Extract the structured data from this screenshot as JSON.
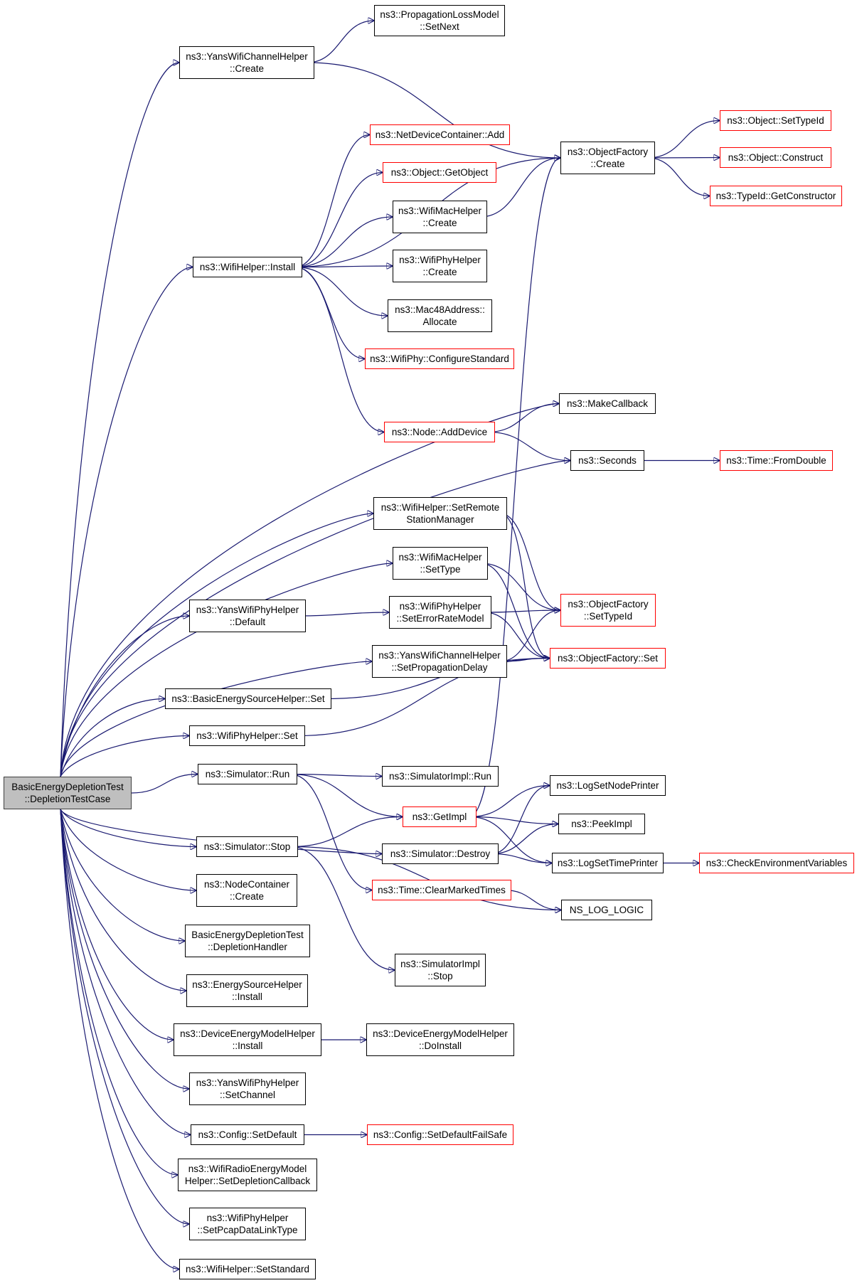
{
  "diagram": {
    "edge_color": "#191970",
    "node_border_color": "#000000",
    "external_border_color": "#ff0000",
    "root_fill_color": "#bfbfbf",
    "nodes": [
      {
        "id": "root",
        "lines": [
          "BasicEnergyDepletionTest",
          "::DepletionTestCase"
        ]
      },
      {
        "id": "yanschcreate",
        "lines": [
          "ns3::YansWifiChannelHelper",
          "::Create"
        ]
      },
      {
        "id": "proploss",
        "lines": [
          "ns3::PropagationLossModel",
          "::SetNext"
        ]
      },
      {
        "id": "objfcreate",
        "lines": [
          "ns3::ObjectFactory",
          "::Create"
        ]
      },
      {
        "id": "settypeid",
        "lines": [
          "ns3::Object::SetTypeId"
        ]
      },
      {
        "id": "construct",
        "lines": [
          "ns3::Object::Construct"
        ]
      },
      {
        "id": "getctor",
        "lines": [
          "ns3::TypeId::GetConstructor"
        ]
      },
      {
        "id": "ndcadd",
        "lines": [
          "ns3::NetDeviceContainer::Add"
        ]
      },
      {
        "id": "getobject",
        "lines": [
          "ns3::Object::GetObject"
        ]
      },
      {
        "id": "macccreate",
        "lines": [
          "ns3::WifiMacHelper",
          "::Create"
        ]
      },
      {
        "id": "wifiinstall",
        "lines": [
          "ns3::WifiHelper::Install"
        ]
      },
      {
        "id": "phycreate",
        "lines": [
          "ns3::WifiPhyHelper",
          "::Create"
        ]
      },
      {
        "id": "macalloc",
        "lines": [
          "ns3::Mac48Address::",
          "Allocate"
        ]
      },
      {
        "id": "configstd",
        "lines": [
          "ns3::WifiPhy::ConfigureStandard"
        ]
      },
      {
        "id": "makecb",
        "lines": [
          "ns3::MakeCallback"
        ]
      },
      {
        "id": "adddevice",
        "lines": [
          "ns3::Node::AddDevice"
        ]
      },
      {
        "id": "seconds",
        "lines": [
          "ns3::Seconds"
        ]
      },
      {
        "id": "fromdouble",
        "lines": [
          "ns3::Time::FromDouble"
        ]
      },
      {
        "id": "setremote",
        "lines": [
          "ns3::WifiHelper::SetRemote",
          "StationManager"
        ]
      },
      {
        "id": "macsettype",
        "lines": [
          "ns3::WifiMacHelper",
          "::SetType"
        ]
      },
      {
        "id": "yansdefault",
        "lines": [
          "ns3::YansWifiPhyHelper",
          "::Default"
        ]
      },
      {
        "id": "seterrrate",
        "lines": [
          "ns3::WifiPhyHelper",
          "::SetErrorRateModel"
        ]
      },
      {
        "id": "ofsettypeid",
        "lines": [
          "ns3::ObjectFactory",
          "::SetTypeId"
        ]
      },
      {
        "id": "setpropdelay",
        "lines": [
          "ns3::YansWifiChannelHelper",
          "::SetPropagationDelay"
        ]
      },
      {
        "id": "ofset",
        "lines": [
          "ns3::ObjectFactory::Set"
        ]
      },
      {
        "id": "besset",
        "lines": [
          "ns3::BasicEnergySourceHelper::Set"
        ]
      },
      {
        "id": "physet",
        "lines": [
          "ns3::WifiPhyHelper::Set"
        ]
      },
      {
        "id": "simrun",
        "lines": [
          "ns3::Simulator::Run"
        ]
      },
      {
        "id": "simimplrun",
        "lines": [
          "ns3::SimulatorImpl::Run"
        ]
      },
      {
        "id": "lognodeprinter",
        "lines": [
          "ns3::LogSetNodePrinter"
        ]
      },
      {
        "id": "getimpl",
        "lines": [
          "ns3::GetImpl"
        ]
      },
      {
        "id": "peekimpl",
        "lines": [
          "ns3::PeekImpl"
        ]
      },
      {
        "id": "simstop",
        "lines": [
          "ns3::Simulator::Stop"
        ]
      },
      {
        "id": "simdestroy",
        "lines": [
          "ns3::Simulator::Destroy"
        ]
      },
      {
        "id": "logtimeprinter",
        "lines": [
          "ns3::LogSetTimePrinter"
        ]
      },
      {
        "id": "checkenv",
        "lines": [
          "ns3::CheckEnvironmentVariables"
        ]
      },
      {
        "id": "nccreate",
        "lines": [
          "ns3::NodeContainer",
          "::Create"
        ]
      },
      {
        "id": "clearmarked",
        "lines": [
          "ns3::Time::ClearMarkedTimes"
        ]
      },
      {
        "id": "nslog",
        "lines": [
          "NS_LOG_LOGIC"
        ]
      },
      {
        "id": "deplhandler",
        "lines": [
          "BasicEnergyDepletionTest",
          "::DepletionHandler"
        ]
      },
      {
        "id": "esinstall",
        "lines": [
          "ns3::EnergySourceHelper",
          "::Install"
        ]
      },
      {
        "id": "simimplstop",
        "lines": [
          "ns3::SimulatorImpl",
          "::Stop"
        ]
      },
      {
        "id": "deminstall",
        "lines": [
          "ns3::DeviceEnergyModelHelper",
          "::Install"
        ]
      },
      {
        "id": "demdoinstall",
        "lines": [
          "ns3::DeviceEnergyModelHelper",
          "::DoInstall"
        ]
      },
      {
        "id": "setchannel",
        "lines": [
          "ns3::YansWifiPhyHelper",
          "::SetChannel"
        ]
      },
      {
        "id": "cfgsetdefault",
        "lines": [
          "ns3::Config::SetDefault"
        ]
      },
      {
        "id": "cfgfailsafe",
        "lines": [
          "ns3::Config::SetDefaultFailSafe"
        ]
      },
      {
        "id": "wifiradiocb",
        "lines": [
          "ns3::WifiRadioEnergyModel",
          "Helper::SetDepletionCallback"
        ]
      },
      {
        "id": "pcaptype",
        "lines": [
          "ns3::WifiPhyHelper",
          "::SetPcapDataLinkType"
        ]
      },
      {
        "id": "setstandard",
        "lines": [
          "ns3::WifiHelper::SetStandard"
        ]
      }
    ],
    "edges": [
      [
        "root",
        "yanschcreate"
      ],
      [
        "root",
        "wifiinstall"
      ],
      [
        "root",
        "makecb"
      ],
      [
        "root",
        "seconds"
      ],
      [
        "root",
        "setremote"
      ],
      [
        "root",
        "macsettype"
      ],
      [
        "root",
        "yansdefault"
      ],
      [
        "root",
        "setpropdelay"
      ],
      [
        "root",
        "besset"
      ],
      [
        "root",
        "physet"
      ],
      [
        "root",
        "simrun"
      ],
      [
        "root",
        "simdestroy"
      ],
      [
        "root",
        "simstop"
      ],
      [
        "root",
        "nccreate"
      ],
      [
        "root",
        "deplhandler"
      ],
      [
        "root",
        "esinstall"
      ],
      [
        "root",
        "deminstall"
      ],
      [
        "root",
        "setchannel"
      ],
      [
        "root",
        "cfgsetdefault"
      ],
      [
        "root",
        "wifiradiocb"
      ],
      [
        "root",
        "pcaptype"
      ],
      [
        "root",
        "setstandard"
      ],
      [
        "yanschcreate",
        "proploss"
      ],
      [
        "yanschcreate",
        "objfcreate"
      ],
      [
        "objfcreate",
        "settypeid"
      ],
      [
        "objfcreate",
        "construct"
      ],
      [
        "objfcreate",
        "getctor"
      ],
      [
        "wifiinstall",
        "objfcreate"
      ],
      [
        "wifiinstall",
        "ndcadd"
      ],
      [
        "wifiinstall",
        "getobject"
      ],
      [
        "wifiinstall",
        "macccreate"
      ],
      [
        "wifiinstall",
        "phycreate"
      ],
      [
        "wifiinstall",
        "macalloc"
      ],
      [
        "wifiinstall",
        "configstd"
      ],
      [
        "wifiinstall",
        "adddevice"
      ],
      [
        "macccreate",
        "objfcreate"
      ],
      [
        "adddevice",
        "makecb"
      ],
      [
        "adddevice",
        "seconds"
      ],
      [
        "seconds",
        "fromdouble"
      ],
      [
        "setremote",
        "ofsettypeid"
      ],
      [
        "setremote",
        "ofset"
      ],
      [
        "macsettype",
        "ofsettypeid"
      ],
      [
        "macsettype",
        "ofset"
      ],
      [
        "yansdefault",
        "seterrrate"
      ],
      [
        "seterrrate",
        "ofsettypeid"
      ],
      [
        "seterrrate",
        "ofset"
      ],
      [
        "setpropdelay",
        "ofsettypeid"
      ],
      [
        "setpropdelay",
        "ofset"
      ],
      [
        "besset",
        "ofset"
      ],
      [
        "physet",
        "ofset"
      ],
      [
        "simrun",
        "simimplrun"
      ],
      [
        "simrun",
        "getimpl"
      ],
      [
        "simrun",
        "clearmarked"
      ],
      [
        "getimpl",
        "objfcreate"
      ],
      [
        "getimpl",
        "lognodeprinter"
      ],
      [
        "getimpl",
        "peekimpl"
      ],
      [
        "getimpl",
        "logtimeprinter"
      ],
      [
        "simstop",
        "getimpl"
      ],
      [
        "simstop",
        "simimplstop"
      ],
      [
        "simstop",
        "nslog"
      ],
      [
        "simdestroy",
        "lognodeprinter"
      ],
      [
        "simdestroy",
        "peekimpl"
      ],
      [
        "simdestroy",
        "logtimeprinter"
      ],
      [
        "logtimeprinter",
        "checkenv"
      ],
      [
        "clearmarked",
        "nslog"
      ],
      [
        "deminstall",
        "demdoinstall"
      ],
      [
        "cfgsetdefault",
        "cfgfailsafe"
      ]
    ]
  }
}
